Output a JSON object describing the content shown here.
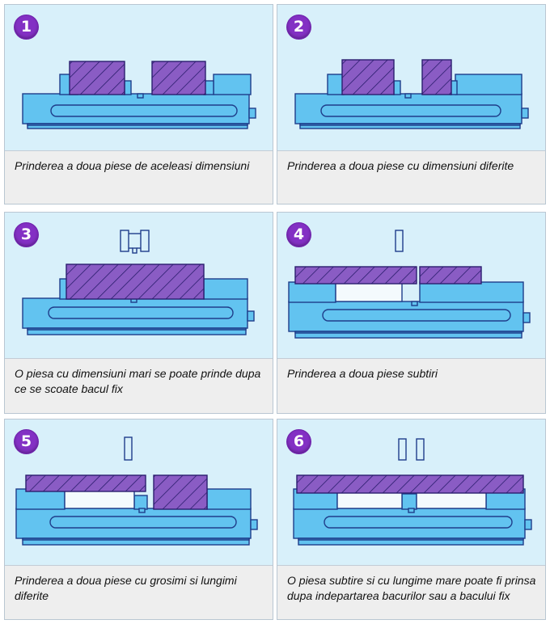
{
  "colors": {
    "panel_bg": "#d8f0fa",
    "caption_bg": "#eeeeee",
    "vise_blue": "#62c3f0",
    "vise_outline": "#1f3d8a",
    "workpiece_purple": "#8a5cc4",
    "badge_purple": "#8330c4"
  },
  "panels": [
    {
      "number": "1",
      "caption": "Prinderea a doua piese de aceleasi dimensiuni"
    },
    {
      "number": "2",
      "caption": "Prinderea a doua piese cu dimensiuni diferite"
    },
    {
      "number": "3",
      "caption": "O piesa cu dimensiuni mari se poate prinde dupa ce se scoate bacul fix"
    },
    {
      "number": "4",
      "caption": "Prinderea a doua piese subtiri"
    },
    {
      "number": "5",
      "caption": "Prinderea a doua piese cu grosimi si lungimi diferite"
    },
    {
      "number": "6",
      "caption": "O piesa subtire si cu lungime mare poate fi prinsa dupa indepartarea bacurilor sau a bacului fix"
    }
  ]
}
